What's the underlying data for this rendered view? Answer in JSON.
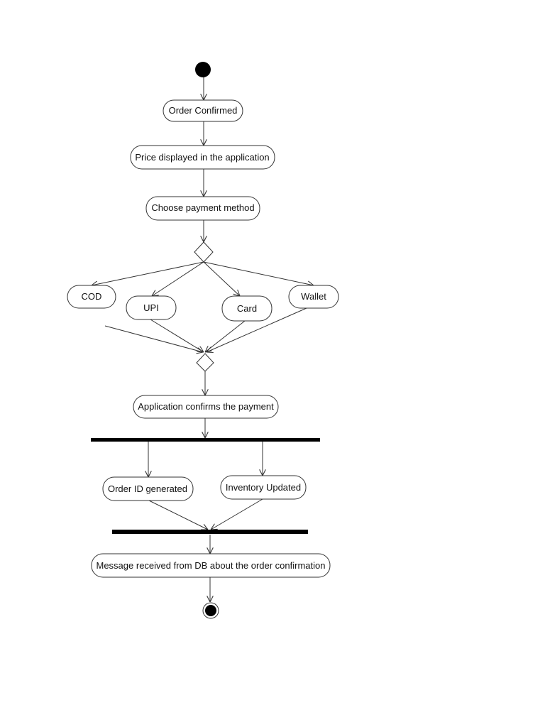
{
  "diagram": {
    "type": "uml-activity",
    "nodes": {
      "order_confirmed": "Order Confirmed",
      "price_displayed": "Price displayed in the application",
      "choose_payment": "Choose payment method",
      "cod": "COD",
      "upi": "UPI",
      "card": "Card",
      "wallet": "Wallet",
      "app_confirms": "Application confirms the payment",
      "order_id": "Order ID generated",
      "inventory": "Inventory Updated",
      "message": "Message received from DB about the order confirmation"
    },
    "colors": {
      "line": "#333333",
      "bar": "#000000",
      "background": "#ffffff"
    }
  }
}
